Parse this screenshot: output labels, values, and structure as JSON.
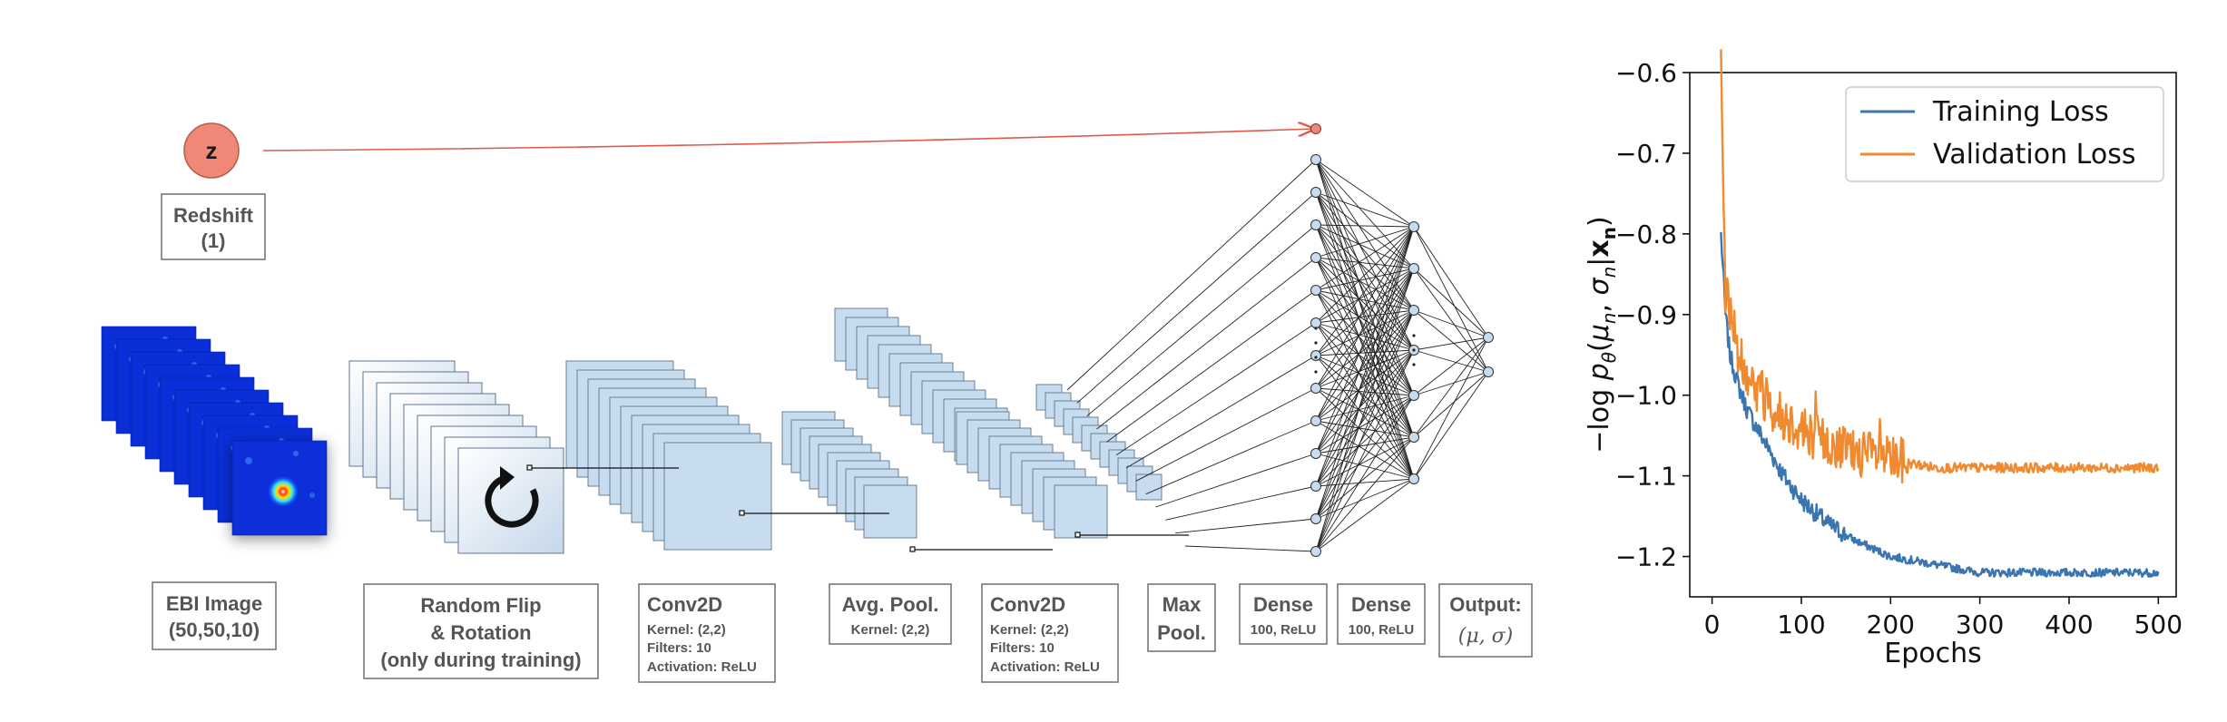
{
  "diagram": {
    "redshift_node": "z",
    "redshift_label": [
      "Redshift",
      "(1)"
    ],
    "stage_labels": {
      "input": [
        "EBI Image",
        "(50,50,10)"
      ],
      "augment": [
        "Random Flip",
        "& Rotation",
        "(only during training)"
      ],
      "conv1": {
        "title": "Conv2D",
        "details": [
          "Kernel: (2,2)",
          "Filters: 10",
          "Activation: ReLU"
        ]
      },
      "avgpool": {
        "title": "Avg. Pool.",
        "details": [
          "Kernel: (2,2)"
        ]
      },
      "conv2": {
        "title": "Conv2D",
        "details": [
          "Kernel: (2,2)",
          "Filters: 10",
          "Activation: ReLU"
        ]
      },
      "maxpool": [
        "Max",
        "Pool."
      ],
      "dense1": {
        "title": "Dense",
        "details": [
          "100, ReLU"
        ]
      },
      "dense2": {
        "title": "Dense",
        "details": [
          "100, ReLU"
        ]
      },
      "output": {
        "title": "Output:",
        "details": [
          "(μ, σ)"
        ]
      }
    },
    "icons": [
      "rotate-arrow-icon"
    ],
    "colors": {
      "redshift": "#f08878",
      "feature_map": "#c7dcef",
      "frame_edge": "#6a7f96"
    }
  },
  "chart_data": {
    "type": "line",
    "xlabel": "Epochs",
    "ylabel": "−log p_θ(μ_n, σ_n|x_n)",
    "xlim": [
      -25,
      520
    ],
    "ylim": [
      -1.25,
      -0.6
    ],
    "xticks": [
      0,
      100,
      200,
      300,
      400,
      500
    ],
    "yticks": [
      -0.6,
      -0.7,
      -0.8,
      -0.9,
      -1.0,
      -1.1,
      -1.2
    ],
    "xtick_labels": [
      "0",
      "100",
      "200",
      "300",
      "400",
      "500"
    ],
    "ytick_labels": [
      "−0.6",
      "−0.7",
      "−0.8",
      "−0.9",
      "−1.0",
      "−1.1",
      "−1.2"
    ],
    "legend_position": "top-right",
    "grid": false,
    "series": [
      {
        "name": "Training Loss",
        "color": "#3a75b0",
        "x": [
          10,
          15,
          20,
          30,
          40,
          60,
          80,
          100,
          130,
          160,
          200,
          250,
          300,
          350,
          400,
          450,
          500
        ],
        "y": [
          -0.8,
          -0.9,
          -0.95,
          -0.99,
          -1.02,
          -1.06,
          -1.1,
          -1.13,
          -1.16,
          -1.18,
          -1.2,
          -1.21,
          -1.22,
          -1.22,
          -1.22,
          -1.22,
          -1.22
        ]
      },
      {
        "name": "Validation Loss",
        "color": "#ef8a30",
        "x": [
          10,
          13,
          15,
          20,
          30,
          50,
          70,
          100,
          130,
          160,
          200,
          250,
          300,
          350,
          400,
          450,
          500
        ],
        "y": [
          -0.6,
          -0.78,
          -0.87,
          -0.9,
          -0.95,
          -0.99,
          -1.02,
          -1.04,
          -1.06,
          -1.07,
          -1.08,
          -1.09,
          -1.09,
          -1.09,
          -1.09,
          -1.09,
          -1.09
        ]
      }
    ]
  }
}
